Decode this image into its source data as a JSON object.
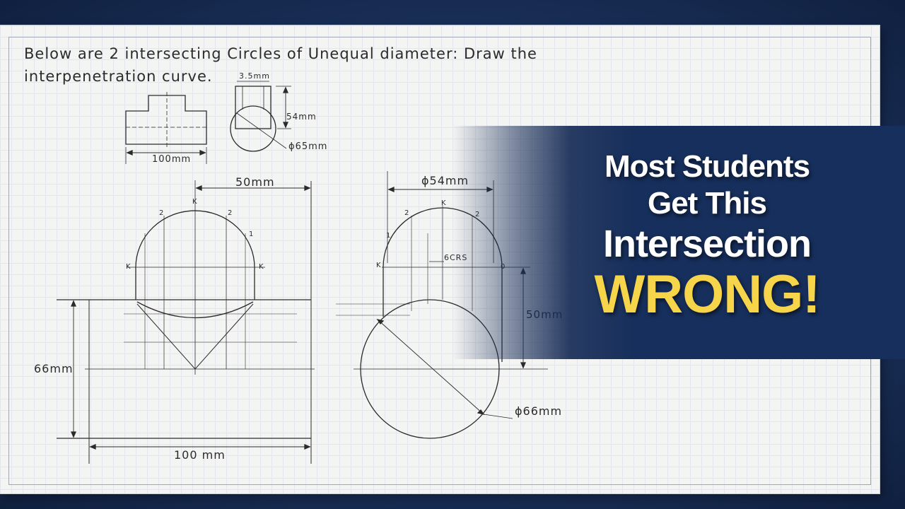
{
  "sheet": {
    "instruction_line1": "Below are 2 intersecting Circles of Unequal diameter: Draw the",
    "instruction_line2": "interpenetration curve."
  },
  "dimensions": {
    "given_3_5mm": "3.5mm",
    "given_54mm": "54mm",
    "given_100mm": "100mm",
    "given_d65mm": "ϕ65mm",
    "front_50mm": "50mm",
    "front_66mm": "66mm",
    "front_100mm": "100 mm",
    "side_d54mm": "ϕ54mm",
    "side_50mm": "50mm",
    "side_d66mm": "ϕ66mm",
    "side_6crs": "6CRS"
  },
  "point_labels": {
    "k": "K",
    "one": "1",
    "two": "2",
    "zero": "0"
  },
  "headline": {
    "line1": "Most Students",
    "line2": "Get This",
    "line3": "Intersection",
    "line4": "WRONG!"
  },
  "colors": {
    "accent_yellow": "#f7d54a",
    "banner_navy": "#172f5c",
    "background_blue": "#1a3059",
    "pencil": "#2b2b2b"
  }
}
